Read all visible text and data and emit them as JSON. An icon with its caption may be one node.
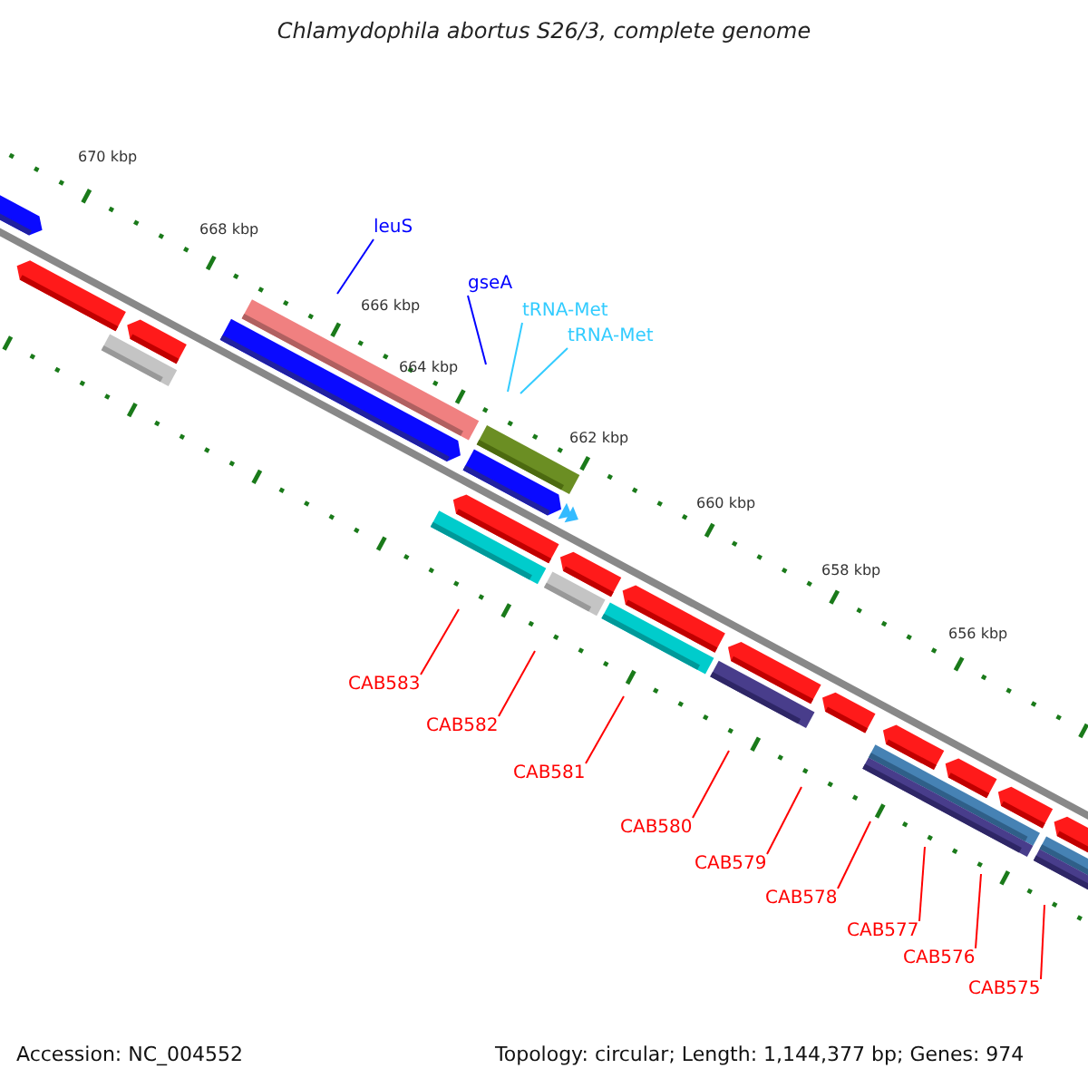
{
  "diagram": {
    "title": "Chlamydophila abortus S26/3, complete genome",
    "nodes": [
      {
        "text": [
          "leuS"
        ]
      },
      {
        "text": [
          "gseA"
        ]
      },
      {
        "text": [
          "tRNA-Met"
        ]
      },
      {
        "text": [
          "tRNA-Met"
        ]
      },
      {
        "text": [
          "CAB583"
        ]
      },
      {
        "text": [
          "CAB582"
        ]
      },
      {
        "text": [
          "CAB581"
        ]
      },
      {
        "text": [
          "CAB580"
        ]
      },
      {
        "text": [
          "CAB579"
        ]
      },
      {
        "text": [
          "CAB578"
        ]
      },
      {
        "text": [
          "CAB577"
        ]
      },
      {
        "text": [
          "CAB576"
        ]
      },
      {
        "text": [
          "CAB575"
        ]
      }
    ],
    "edges": [
      {
        "from": 0,
        "to": null,
        "arrow": "none",
        "color": "#0000ff"
      },
      {
        "from": 1,
        "to": null,
        "arrow": "none",
        "color": "#0000ff"
      },
      {
        "from": 2,
        "to": null,
        "arrow": "none",
        "color": "#33ccff"
      },
      {
        "from": 3,
        "to": null,
        "arrow": "none",
        "color": "#33ccff"
      },
      {
        "from": 4,
        "to": null,
        "arrow": "none"
      },
      {
        "from": 5,
        "to": null,
        "arrow": "none"
      },
      {
        "from": 6,
        "to": null,
        "arrow": "none"
      },
      {
        "from": 7,
        "to": null,
        "arrow": "none"
      },
      {
        "from": 8,
        "to": null,
        "arrow": "none"
      },
      {
        "from": 9,
        "to": null,
        "arrow": "none"
      },
      {
        "from": 10,
        "to": null,
        "arrow": "none"
      },
      {
        "from": 11,
        "to": null,
        "arrow": "none"
      },
      {
        "from": 12,
        "to": null,
        "arrow": "none"
      }
    ],
    "labels": [
      "670 kbp",
      "668 kbp",
      "666 kbp",
      "664 kbp",
      "662 kbp",
      "660 kbp",
      "658 kbp",
      "656 kbp",
      "Accession: NC_004552",
      "Topology: circular; Length: 1,144,377 bp; Genes: 974"
    ]
  }
}
